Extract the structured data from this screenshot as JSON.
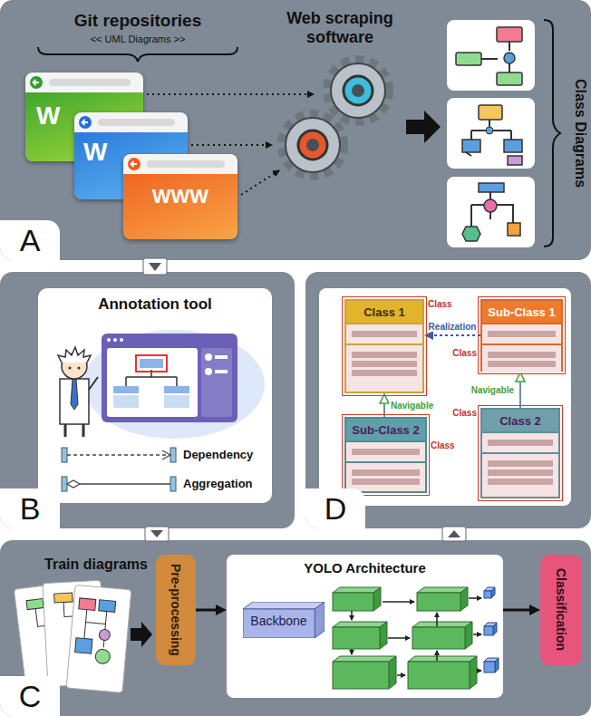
{
  "diagram": {
    "nodes": [
      {
        "text": [
          "A"
        ]
      },
      {
        "text": [
          "W"
        ],
        "in": 0
      },
      {
        "text": [
          "W"
        ],
        "in": 0
      },
      {
        "text": [
          "WWW"
        ],
        "in": 0
      },
      {
        "text": [
          "B"
        ]
      },
      {
        "text": [
          "Annotation tool"
        ],
        "in": 4
      },
      {
        "text": [
          "D"
        ]
      },
      {
        "text": [
          "Class 1",
          "Class"
        ],
        "in": 6
      },
      {
        "text": [
          "Sub-Class 1",
          "Class"
        ],
        "in": 6
      },
      {
        "text": [
          "Sub-Class 2",
          "Class"
        ],
        "in": 6
      },
      {
        "text": [
          "Class 2",
          "Class"
        ],
        "in": 6
      },
      {
        "text": [
          "C"
        ]
      },
      {
        "text": [
          "Pre-processing"
        ],
        "in": 11
      },
      {
        "text": [
          "YOLO Architecture"
        ],
        "in": 11
      },
      {
        "text": [
          "Backbone"
        ],
        "in": 13
      },
      {
        "text": [
          "Classification"
        ],
        "in": 11
      }
    ],
    "edges": [
      {
        "from": 8,
        "to": 7,
        "arrow": "to",
        "label": "Realization"
      },
      {
        "from": 9,
        "to": 7,
        "arrow": "to",
        "label": "Navigable"
      },
      {
        "from": 10,
        "to": 8,
        "arrow": "to",
        "label": "Navigable"
      },
      {
        "from": 12,
        "to": 13,
        "arrow": "to"
      },
      {
        "from": 13,
        "to": 15,
        "arrow": "to"
      }
    ],
    "labels": [
      "Git repositories",
      "<< UML Diagrams >>",
      "Web scraping software",
      "Class Diagrams",
      "Train diagrams"
    ],
    "legend": [
      {
        "text": "Dependency"
      },
      {
        "text": "Aggregation"
      }
    ]
  }
}
